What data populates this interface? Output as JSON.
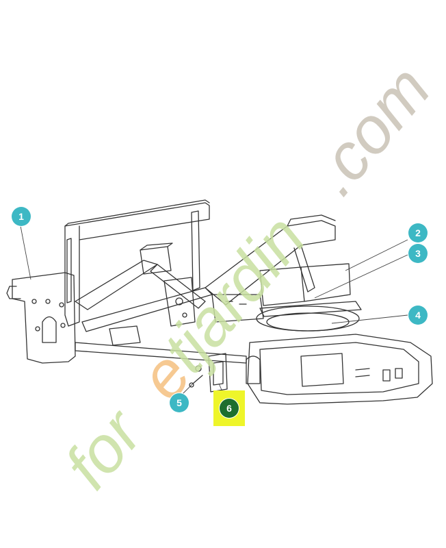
{
  "diagram": {
    "callouts": [
      {
        "number": "1"
      },
      {
        "number": "2"
      },
      {
        "number": "3"
      },
      {
        "number": "4"
      },
      {
        "number": "5"
      },
      {
        "number": "6",
        "active": true
      }
    ],
    "highlight_color": "#eef52a",
    "callout_color": "#3db8c4",
    "active_callout_color": "#1d6e2e"
  },
  "watermark": {
    "text_prefix": "for",
    "text_accent": "e",
    "text_suffix": "tjardin",
    "text_domain": ".com",
    "color_green": "#c8e0a0",
    "color_orange": "#f5c080",
    "color_grey": "#c9c2b6"
  }
}
